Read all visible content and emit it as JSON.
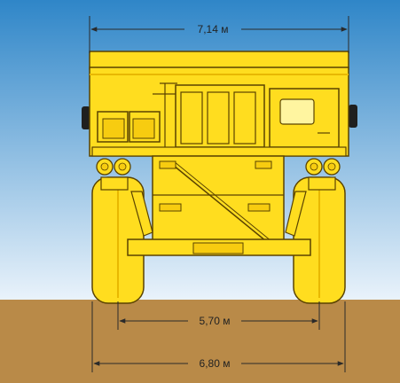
{
  "colors": {
    "sky_top": "#2f86c8",
    "sky_bottom": "#e9f3fb",
    "ground": "#b98a48",
    "truck_body": "#ffdd1f",
    "truck_shade": "#e8b800",
    "outline": "#5a4300",
    "tire": "#222222",
    "dimension_line": "#2a2a2a"
  },
  "dimensions": {
    "overall_width": "7,14 м",
    "inner_track": "5,70 м",
    "outer_track": "6,80 м"
  }
}
